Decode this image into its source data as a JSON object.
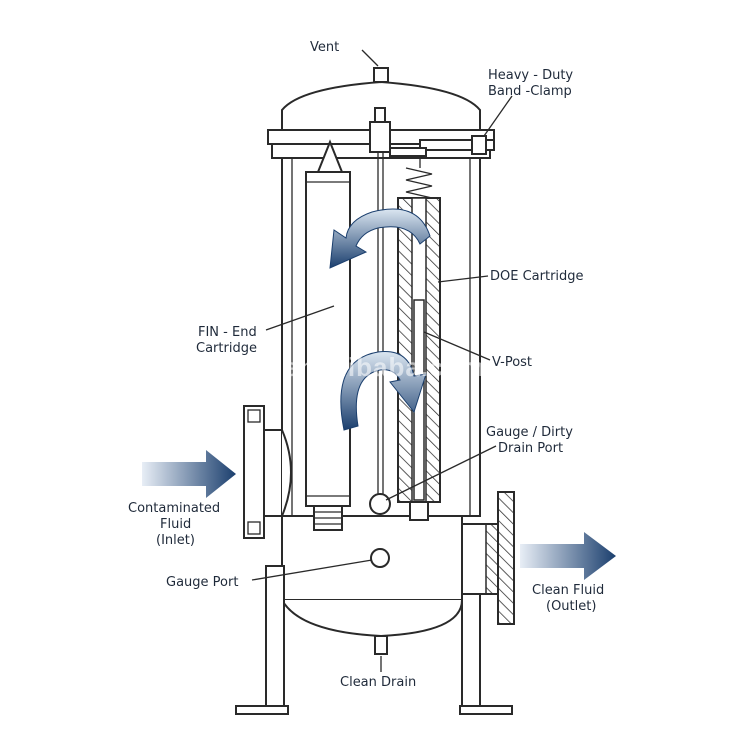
{
  "labels": {
    "vent": "Vent",
    "band_clamp_1": "Heavy - Duty",
    "band_clamp_2": "Band -Clamp",
    "doe_cartridge": "DOE Cartridge",
    "fin_end_1": "FIN - End",
    "fin_end_2": "Cartridge",
    "v_post": "V-Post",
    "gauge_dirty_1": "Gauge / Dirty",
    "gauge_dirty_2": "Drain Port",
    "contaminated_1": "Contaminated",
    "contaminated_2": "Fluid",
    "contaminated_3": "(Inlet)",
    "gauge_port": "Gauge Port",
    "clean_fluid_1": "Clean Fluid",
    "clean_fluid_2": "(Outlet)",
    "clean_drain": "Clean Drain"
  },
  "watermark": "jhenten.en.alibaba.com",
  "colors": {
    "arrow_dark": "#1b3f6e",
    "arrow_light": "#dbe6f1",
    "ink": "#2a2a2a",
    "label": "#1f2a3a"
  }
}
